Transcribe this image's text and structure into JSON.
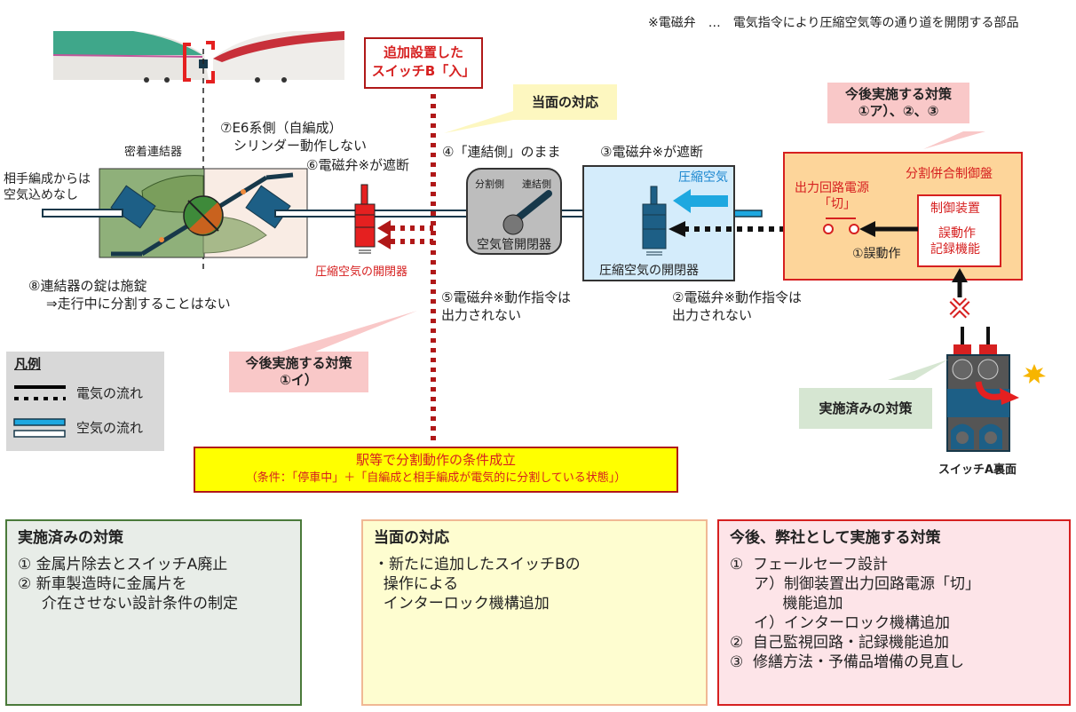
{
  "note": "※電磁弁　…　電気指令により圧縮空気等の通り道を開閉する部品",
  "switch_b_box": {
    "line1": "追加設置した",
    "line2": "スイッチB「入」"
  },
  "callouts": {
    "immediate": "当面の対応",
    "future_top": {
      "line1": "今後実施する対策",
      "line2": "①ア）、②、③"
    },
    "future_mid": {
      "line1": "今後実施する対策",
      "line2": "①イ）"
    },
    "implemented": "実施済みの対策"
  },
  "labels": {
    "coupler": "密着連結器",
    "e6_side": {
      "line1": "⑦E6系側（自編成）",
      "line2": "シリンダー動作しない"
    },
    "valve6": "⑥電磁弁※が遮断",
    "no_air": {
      "line1": "相手編成からは",
      "line2": "空気込めなし"
    },
    "red_valve": "圧縮空気の開閉器",
    "lock": {
      "line1": "⑧連結器の錠は施錠",
      "line2": "⇒走行中に分割することはない"
    },
    "step4": "④「連結側」のまま",
    "step3": "③電磁弁※が遮断",
    "air_switch": {
      "left": "分割側",
      "right": "連結側",
      "name": "空気管開閉器"
    },
    "compressed_air": "圧縮空気",
    "blue_valve": "圧縮空気の開閉器",
    "step5": {
      "line1": "⑤電磁弁※動作指令は",
      "line2": "出力されない"
    },
    "step2": {
      "line1": "②電磁弁※動作指令は",
      "line2": "出力されない"
    },
    "control_panel": "分割併合制御盤",
    "power_off": {
      "line1": "出力回路電源",
      "line2": "「切」"
    },
    "controller": {
      "line1": "制御装置",
      "line2": "誤動作",
      "line3": "記録機能"
    },
    "malfunction": "①誤動作",
    "switch_a": "スイッチA裏面"
  },
  "legend": {
    "title": "凡例",
    "electric": "電気の流れ",
    "air": "空気の流れ"
  },
  "condition": {
    "line1": "駅等で分割動作の条件成立",
    "line2": "（条件：「停車中」＋「自編成と相手編成が電気的に分割している状態」）"
  },
  "panels": [
    {
      "title": "実施済みの対策",
      "lines": [
        "①  金属片除去とスイッチA廃止",
        "②  新車製造時に金属片を",
        "     介在させない設計条件の制定"
      ]
    },
    {
      "title": "当面の対応",
      "lines": [
        "・新たに追加したスイッチBの",
        "  操作による",
        "  インターロック機構追加"
      ]
    },
    {
      "title": "今後、弊社として実施する対策",
      "lines": [
        "①  フェールセーフ設計",
        "     ア）制御装置出力回路電源「切」",
        "           機能追加",
        "     イ）インターロック機構追加",
        "②  自己監視回路・記録機能追加",
        "③  修繕方法・予備品増備の見直し"
      ]
    }
  ]
}
